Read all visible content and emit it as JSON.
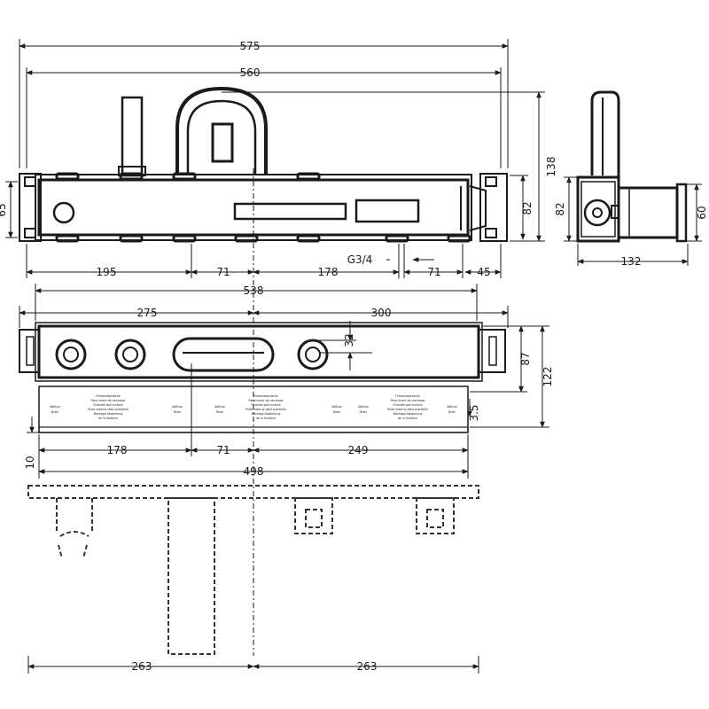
{
  "dimensions": {
    "overall_width": "575",
    "body_width": "560",
    "spout_height": "138",
    "side_height_left": "65",
    "side_height_right": "82",
    "side_view_height": "82",
    "side_view_right": "60",
    "side_view_depth": "132",
    "outlet_1": "195",
    "outlet_2": "71",
    "outlet_3": "178",
    "outlet_4": "71",
    "outlet_5": "45",
    "thread": "G3/4",
    "mid_width": "538",
    "half_left": "275",
    "half_right": "300",
    "button_height": "32",
    "frame_height": "87",
    "total_height": "122",
    "offset_small": "3.5",
    "offset_10": "10",
    "bottom_1": "178",
    "bottom_2": "71",
    "bottom_3": "249",
    "plate_width": "498",
    "cover_left": "263",
    "cover_right": "263"
  },
  "plate_text": {
    "line1": "Fliesenoberkante",
    "line2": "Paroi avant de carrelage",
    "line3": "Finished wall surface",
    "line4": "Parte esterna della piastrella",
    "line5": "Montage-Abdeckung",
    "line6": "de la fontaine",
    "side1": "Abfluss",
    "side2": "Drain"
  },
  "colors": {
    "line": "#1a1a1a",
    "hidden": "#333333",
    "background": "#ffffff"
  }
}
